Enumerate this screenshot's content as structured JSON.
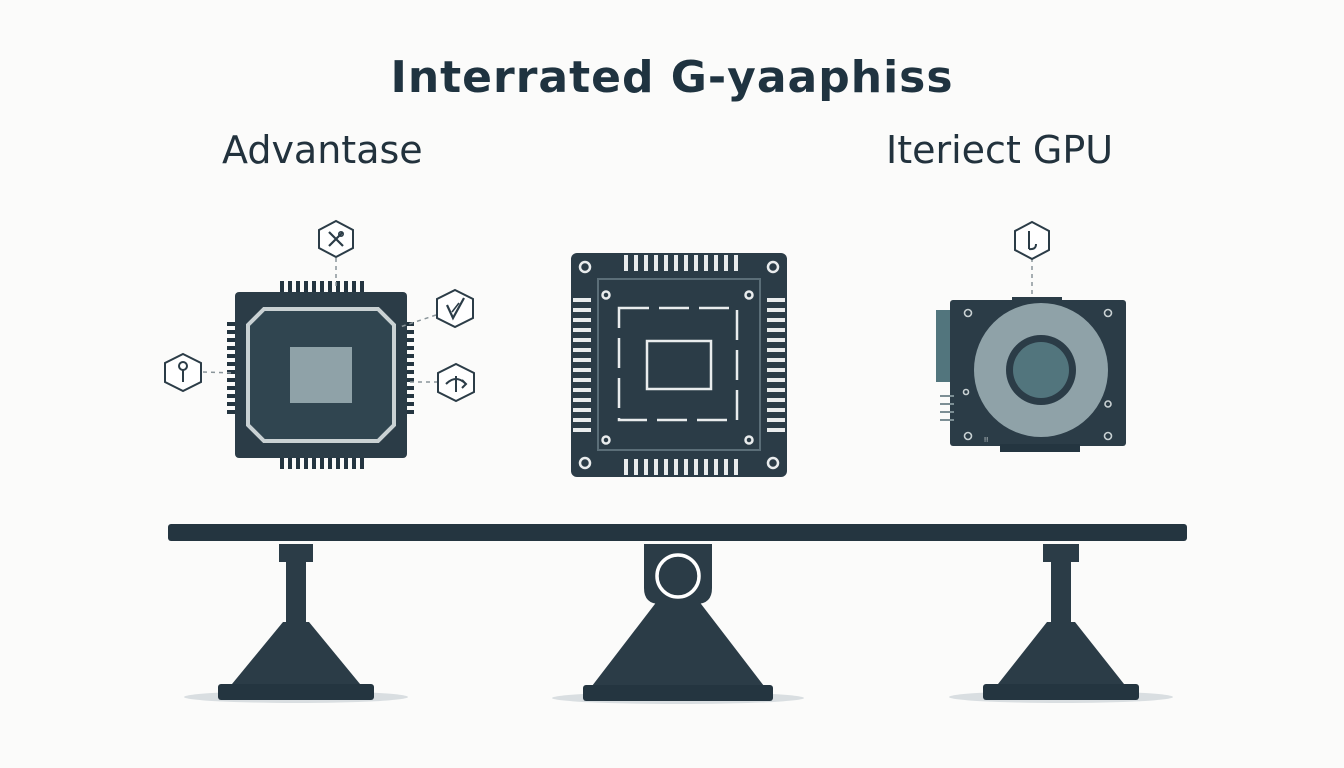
{
  "title": "Interrated G-yaaphiss",
  "left_heading": "Advantase",
  "right_heading": "Iteriect GPU",
  "colors": {
    "dark": "#243540",
    "mid": "#3b4f5b",
    "light_gray": "#8fa2a8",
    "teal": "#52757d",
    "background": "#fbfbfa"
  },
  "icons": {
    "top_chip_icon": "scissors-icon",
    "right_top_icon": "check-icon",
    "right_bottom_icon": "fork-arrow-icon",
    "left_icon": "pin-icon",
    "gpu_icon": "key-icon"
  },
  "gpu_board_text": "ⵑⵑ"
}
